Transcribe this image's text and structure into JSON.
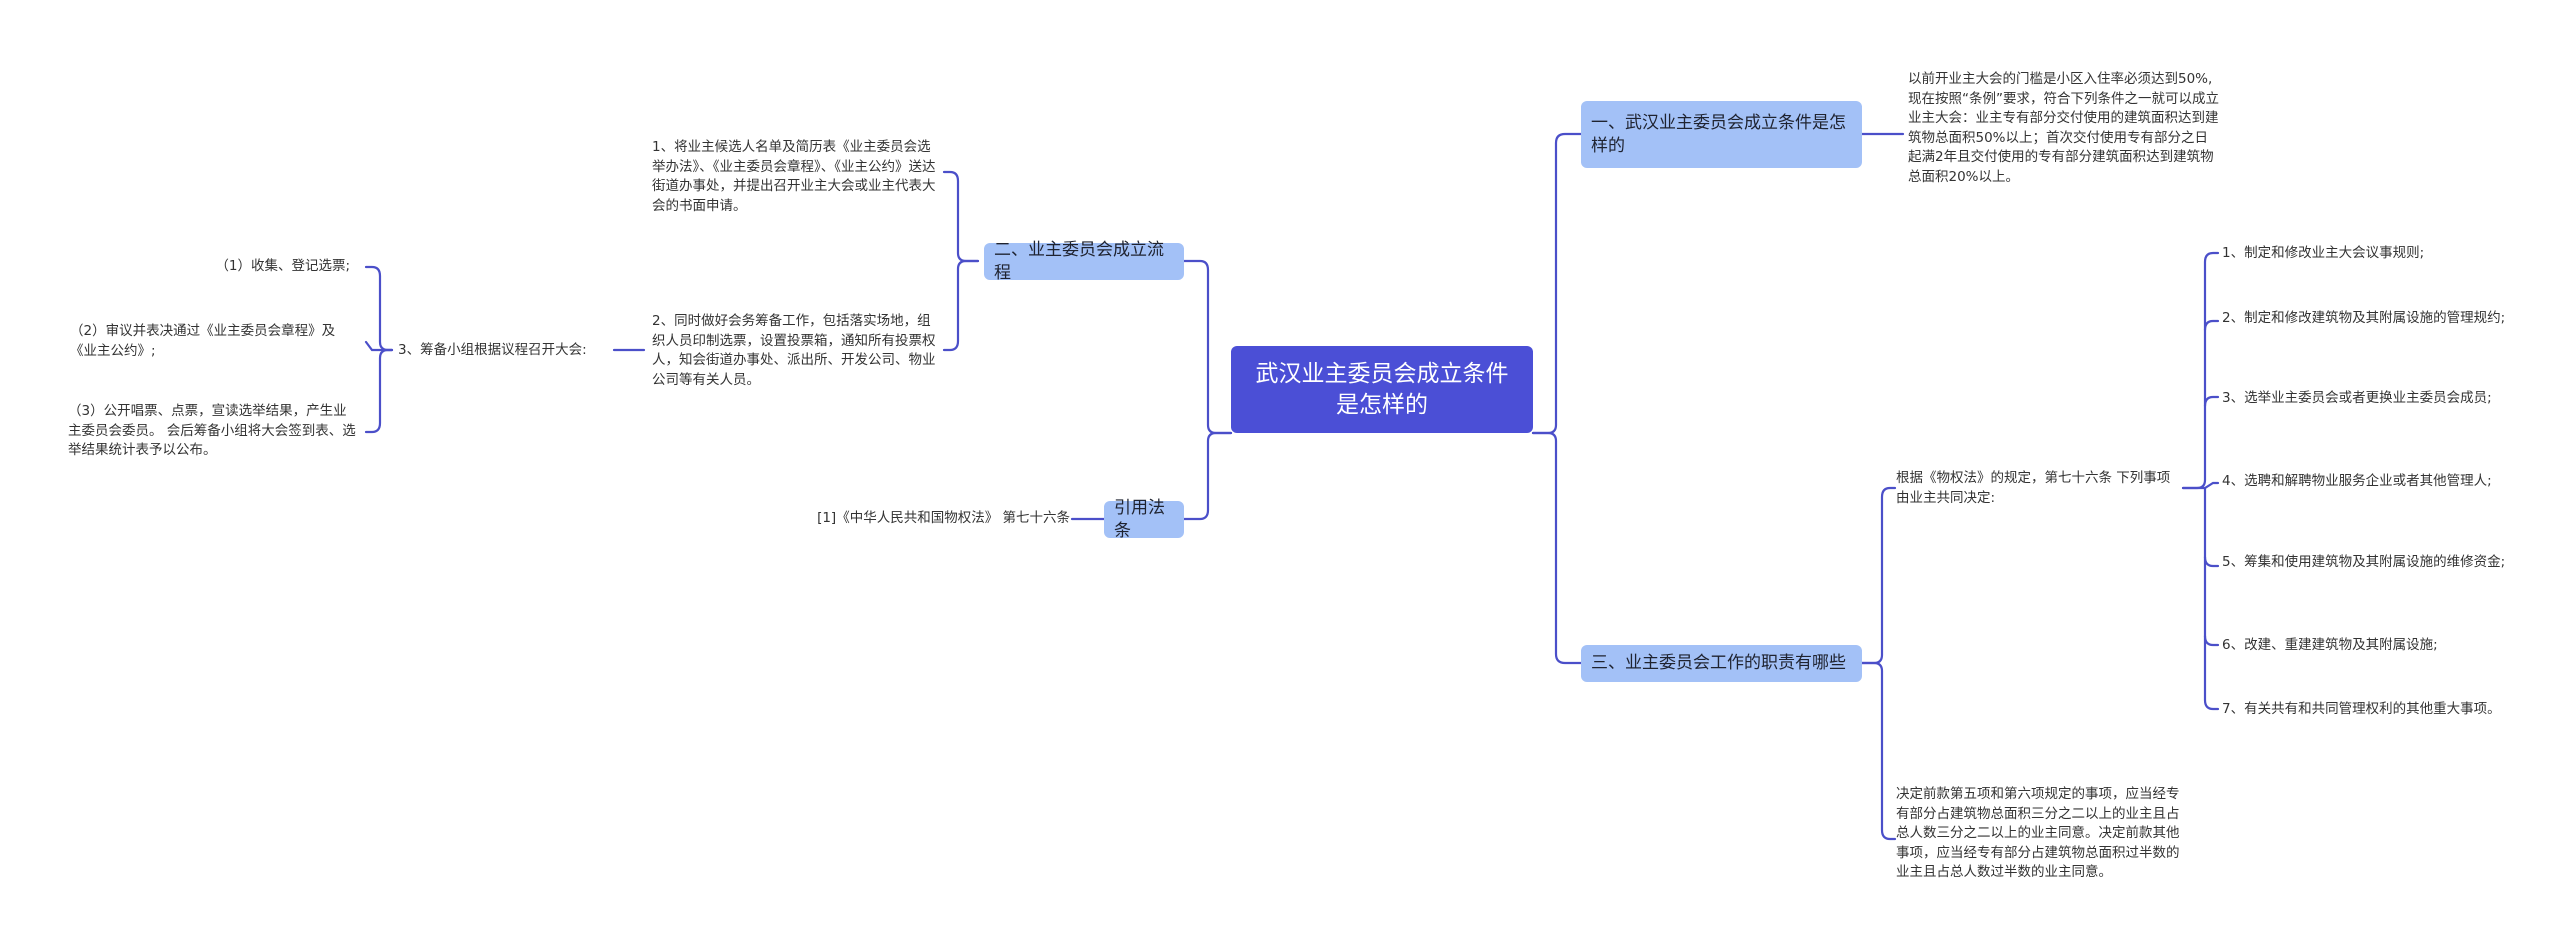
{
  "root": {
    "text": "武汉业主委员会成立条件是怎样的"
  },
  "branches": {
    "b1": {
      "text": "一、武汉业主委员会成立条件是怎样的"
    },
    "b2": {
      "text": "二、业主委员会成立流程"
    },
    "b3": {
      "text": "三、业主委员会工作的职责有哪些"
    },
    "b4": {
      "text": "引用法条"
    }
  },
  "leaves": {
    "b1_conditions": "以前开业主大会的门槛是小区入住率必须达到50%,现在按照“条例”要求，符合下列条件之一就可以成立业主大会：业主专有部分交付使用的建筑面积达到建筑物总面积50%以上；首次交付使用专有部分之日起满2年且交付使用的专有部分建筑面积达到建筑物总面积20%以上。",
    "b2_step1": "1、将业主候选人名单及简历表《业主委员会选举办法》、《业主委员会章程》、《业主公约》送达街道办事处，并提出召开业主大会或业主代表大会的书面申请。",
    "b2_step2": "2、同时做好会务筹备工作，包括落实场地，组织人员印制选票，设置投票箱，通知所有投票权人，知会街道办事处、派出所、开发公司、物业公司等有关人员。",
    "b2_step3": "3、筹备小组根据议程召开大会:",
    "b2_step3_a": "（1）收集、登记选票;",
    "b2_step3_b": "（2）审议并表决通过《业主委员会章程》及《业主公约》;",
    "b2_step3_c": "（3）公开唱票、点票，宣读选举结果，产生业主委员会委员。 会后筹备小组将大会签到表、选举结果统计表予以公布。",
    "b3_intro": "根据《物权法》的规定，第七十六条 下列事项由业主共同决定:",
    "b3_duties": [
      "1、制定和修改业主大会议事规则;",
      "2、制定和修改建筑物及其附属设施的管理规约;",
      "3、选举业主委员会或者更换业主委员会成员;",
      "4、选聘和解聘物业服务企业或者其他管理人;",
      "5、筹集和使用建筑物及其附属设施的维修资金;",
      "6、改建、重建建筑物及其附属设施;",
      "7、有关共有和共同管理权利的其他重大事项。"
    ],
    "b3_decision": "决定前款第五项和第六项规定的事项，应当经专有部分占建筑物总面积三分之二以上的业主且占总人数三分之二以上的业主同意。决定前款其他事项，应当经专有部分占建筑物总面积过半数的业主且占总人数过半数的业主同意。",
    "b4_law": "[1]《中华人民共和国物权法》 第七十六条"
  },
  "colors": {
    "root_bg": "#4b4fd6",
    "branch_bg": "#a3c1f7",
    "edge": "#4b4fc9"
  }
}
